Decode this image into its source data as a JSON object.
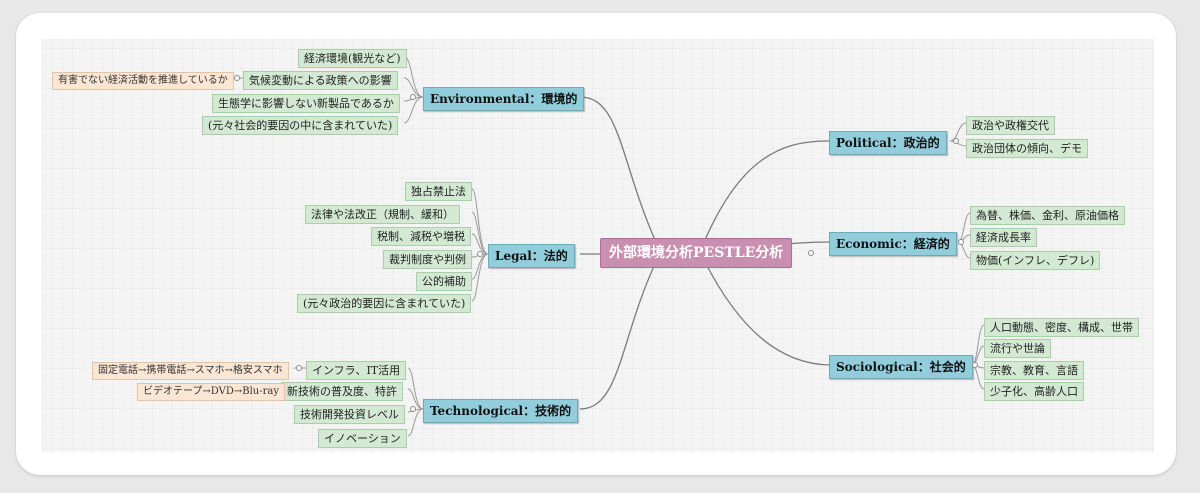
{
  "central": "外部環境分析PESTLE分析",
  "branches": {
    "political": {
      "label": "Political：政治的",
      "items": [
        "政治や政権交代",
        "政治団体の傾向、デモ"
      ]
    },
    "economic": {
      "label": "Economic：経済的",
      "items": [
        "為替、株価、金利、原油価格",
        "経済成長率",
        "物価(インフレ、デフレ)"
      ]
    },
    "sociological": {
      "label": "Sociological：社会的",
      "items": [
        "人口動態、密度、構成、世帯",
        "流行や世論",
        "宗教、教育、言語",
        "少子化、高齢人口"
      ]
    },
    "environmental": {
      "label": "Environmental：環境的",
      "items": [
        "経済環境(観光など)",
        "気候変動による政策への影響",
        "生態学に影響しない新製品であるか",
        "(元々社会的要因の中に含まれていた)"
      ],
      "sub": "有害でない経済活動を推進しているか"
    },
    "legal": {
      "label": "Legal：法的",
      "items": [
        "独占禁止法",
        "法律や法改正（規制、緩和）",
        "税制、減税や増税",
        "裁判制度や判例",
        "公的補助",
        "(元々政治的要因に含まれていた)"
      ]
    },
    "technological": {
      "label": "Technological：技術的",
      "items": [
        "インフラ、IT活用",
        "新技術の普及度、特許",
        "技術開発投資レベル",
        "イノベーション"
      ],
      "subs": [
        "固定電話→携帯電話→スマホ→格安スマホ",
        "ビデオテープ→DVD→Blu-ray"
      ]
    }
  }
}
